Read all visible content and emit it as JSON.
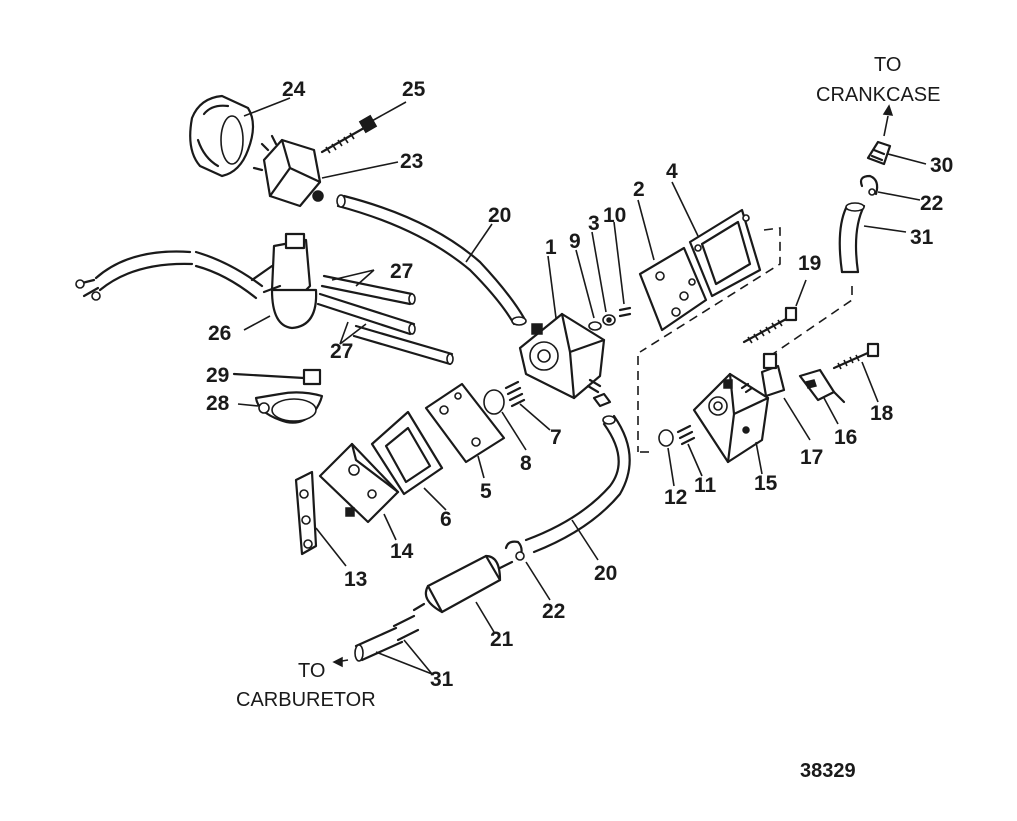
{
  "diagram": {
    "figure_number": "38329",
    "notes": {
      "to_crankcase_line1": "TO",
      "to_crankcase_line2": "CRANKCASE",
      "to_carburetor_line1": "TO",
      "to_carburetor_line2": "CARBURETOR"
    },
    "callouts": {
      "c1": "1",
      "c2": "2",
      "c3": "3",
      "c4": "4",
      "c5": "5",
      "c6": "6",
      "c7": "7",
      "c8": "8",
      "c9": "9",
      "c10": "10",
      "c11": "11",
      "c12": "12",
      "c13": "13",
      "c14": "14",
      "c15": "15",
      "c16": "16",
      "c17": "17",
      "c18": "18",
      "c19": "19",
      "c20a": "20",
      "c20b": "20",
      "c21": "21",
      "c22a": "22",
      "c22b": "22",
      "c23": "23",
      "c24": "24",
      "c25": "25",
      "c26": "26",
      "c27a": "27",
      "c27b": "27",
      "c28": "28",
      "c29": "29",
      "c30": "30",
      "c31a": "31",
      "c31b": "31"
    }
  }
}
